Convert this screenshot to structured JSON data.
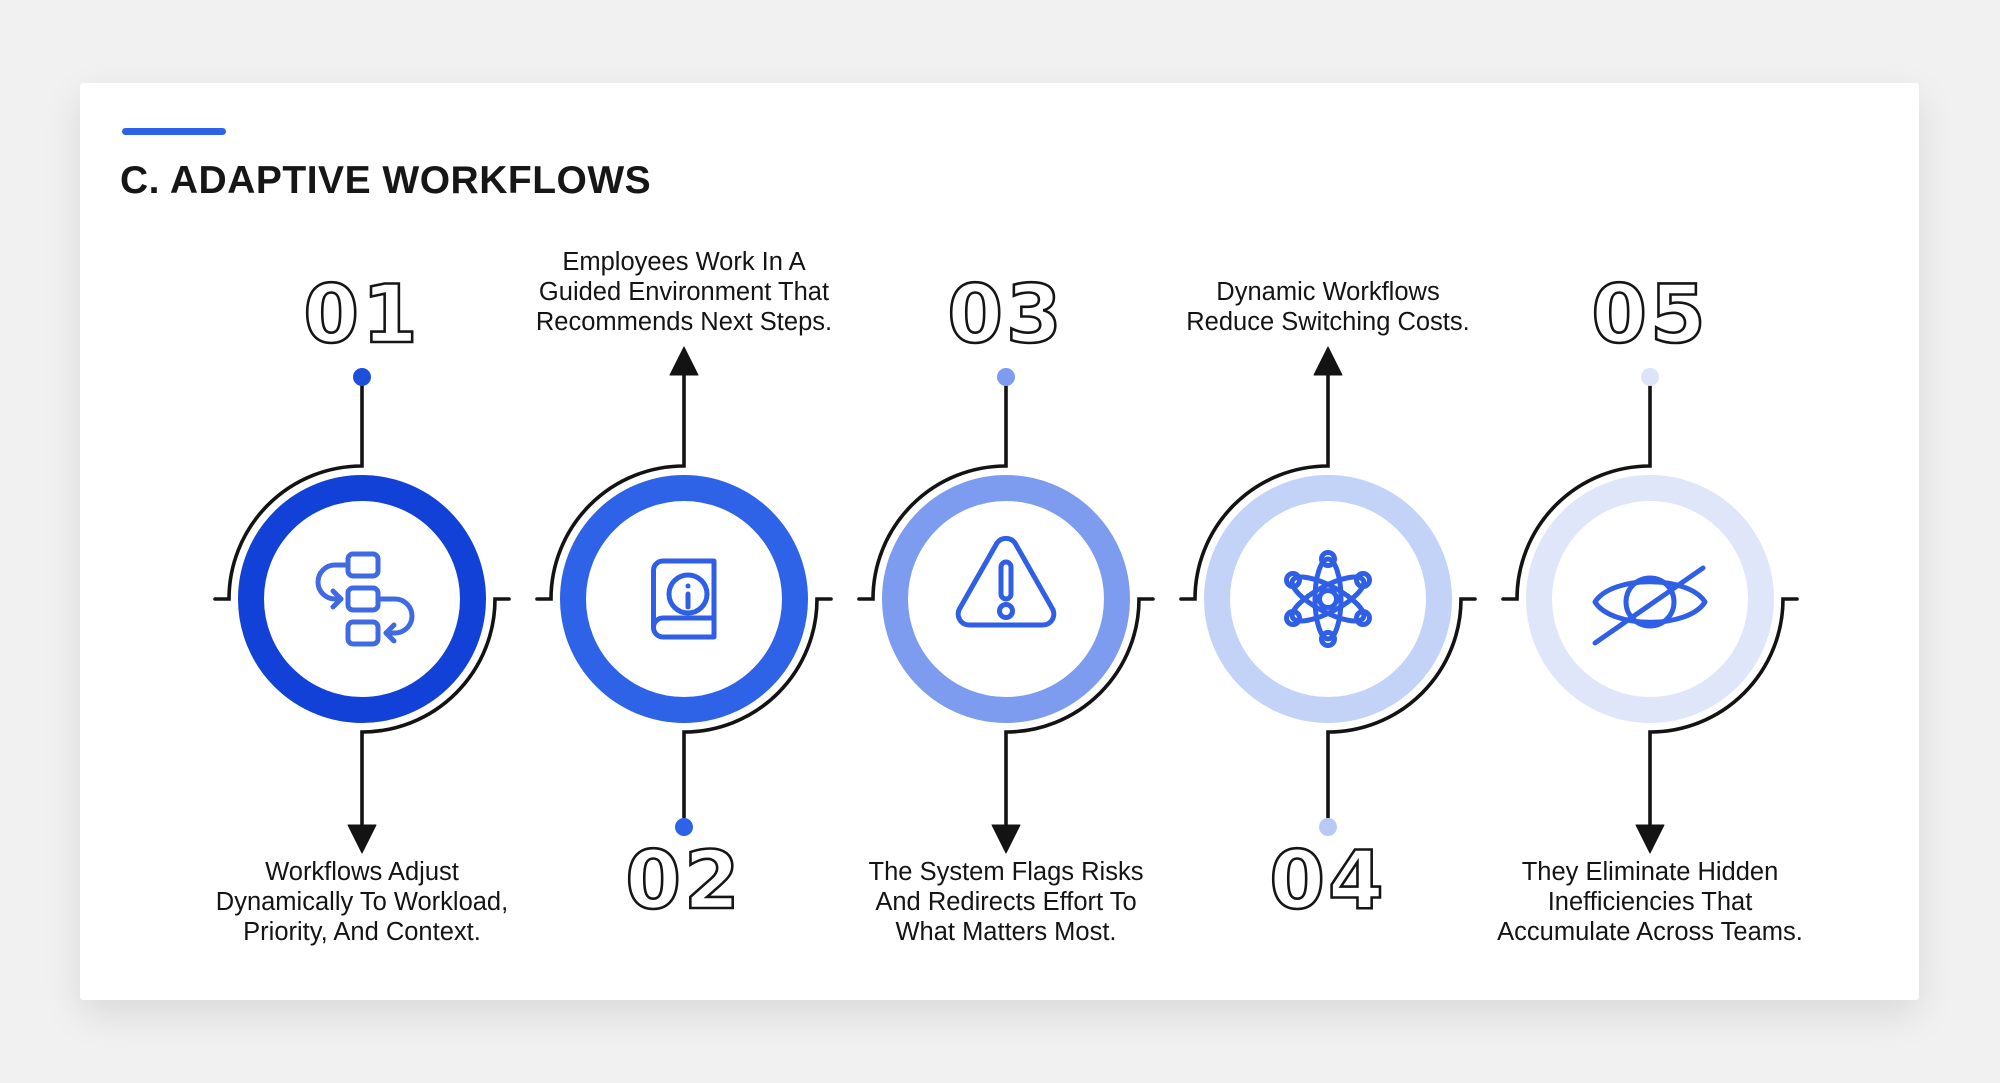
{
  "page": {
    "background": "#f2f1f1",
    "card_background": "#ffffff"
  },
  "header": {
    "title": "C. ADAPTIVE WORKFLOWS",
    "accent_color": "#2e63e8"
  },
  "items": [
    {
      "number": "01",
      "number_position": "top",
      "text": "Workflows Adjust\nDynamically To Workload,\nPriority, And Context.",
      "icon": "workflow-icon",
      "ring_color": "#1141d6",
      "dot_color": "#1e4fdb",
      "icon_color": "#3f6ae3"
    },
    {
      "number": "02",
      "number_position": "bottom",
      "text": "Employees Work In A\nGuided Environment That\nRecommends Next Steps.",
      "icon": "book-info-icon",
      "ring_color": "#2e63e8",
      "dot_color": "#2e63e8",
      "icon_color": "#2f5fe6"
    },
    {
      "number": "03",
      "number_position": "top",
      "text": "The System Flags Risks\nAnd Redirects Effort To\nWhat Matters Most.",
      "icon": "warning-icon",
      "ring_color": "#7e9cef",
      "dot_color": "#7e9cef",
      "icon_color": "#2f5fe6"
    },
    {
      "number": "04",
      "number_position": "bottom",
      "text": "Dynamic Workflows\nReduce Switching Costs.",
      "icon": "atom-icon",
      "ring_color": "#c3d3f8",
      "dot_color": "#b7c9f4",
      "icon_color": "#2f5fe6"
    },
    {
      "number": "05",
      "number_position": "top",
      "text": "They Eliminate Hidden\nInefficiencies That\nAccumulate Across Teams.",
      "icon": "eye-off-icon",
      "ring_color": "#e0e6fa",
      "dot_color": "#dde4f9",
      "icon_color": "#2f5fe6"
    }
  ]
}
